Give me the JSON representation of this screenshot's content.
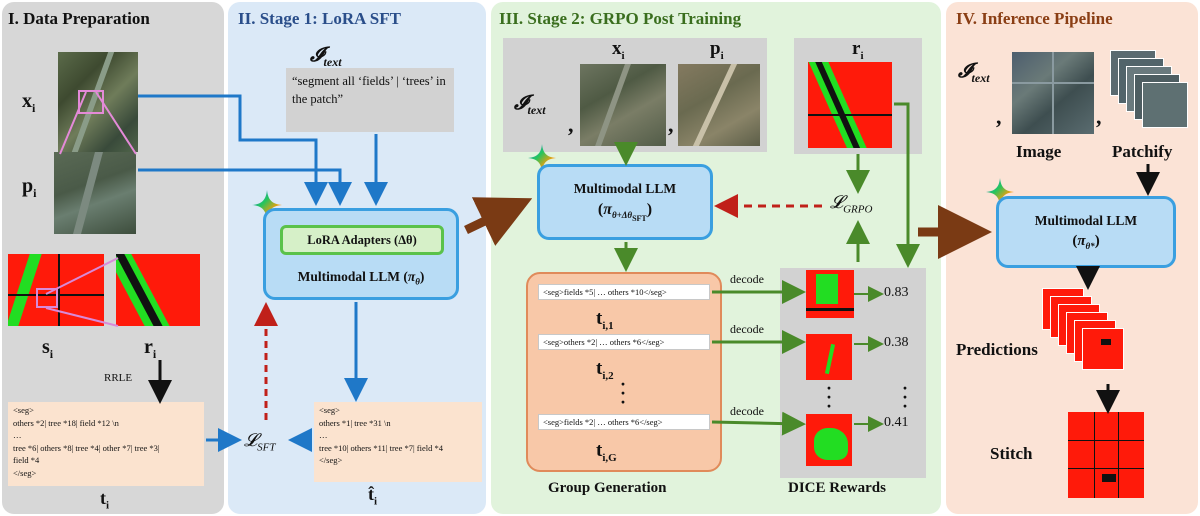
{
  "panels": {
    "data_prep": {
      "title": "I. Data Preparation",
      "bg": "#d7d7d7",
      "title_color": "#111111"
    },
    "stage1": {
      "title": "II. Stage 1: LoRA SFT",
      "bg": "#dbe9f7",
      "title_color": "#2a4e8a"
    },
    "stage2": {
      "title": "III. Stage 2: GRPO Post Training",
      "bg": "#e1f3dc",
      "title_color": "#3a6e1e"
    },
    "inference": {
      "title": "IV. Inference Pipeline",
      "bg": "#fbe3d6",
      "title_color": "#8a3e14"
    }
  },
  "data_prep": {
    "x_label": "x",
    "x_sub": "i",
    "p_label": "p",
    "p_sub": "i",
    "s_label": "s",
    "s_sub": "i",
    "r_label": "r",
    "r_sub": "i",
    "rrle_label": "RRLE",
    "rle_lines": [
      "<seg>",
      "others *2| tree *18| field *12 \\n",
      "…",
      "tree *6| others *8| tree *4| other *7| tree *3|",
      "field *4",
      "</seg>"
    ],
    "t_label": "t",
    "t_sub": "i"
  },
  "stage1": {
    "text_symbol": "𝓘",
    "text_sub": "text",
    "prompt": "“segment all ‘fields’ | ‘trees’ in the patch”",
    "lora_label": "LoRA Adapters (Δθ)",
    "llm_label": "Multimodal LLM (",
    "llm_pi": "π",
    "llm_sub": "θ",
    "llm_close": ")",
    "loss_symbol": "𝓛",
    "loss_sub": "SFT",
    "out_lines": [
      "<seg>",
      "others *1| tree *31 \\n",
      "…",
      "tree *10| others *11| tree *7| field *4",
      "</seg>"
    ],
    "that_label": "t̂",
    "that_sub": "i"
  },
  "stage2": {
    "x_label": "x",
    "x_sub": "i",
    "p_label": "p",
    "p_sub": "i",
    "text_symbol": "𝓘",
    "text_sub": "text",
    "r_label": "r",
    "r_sub": "i",
    "llm_label": "Multimodal LLM",
    "llm_pi": "π",
    "llm_sub": "θ+Δθ",
    "llm_sub2": "SFT",
    "loss_symbol": "𝓛",
    "loss_sub": "GRPO",
    "rows": [
      {
        "seq": "<seg>fields *5|   …   others *10</seg>",
        "t": "t",
        "sub": "i,1",
        "reward": "0.83"
      },
      {
        "seq": "<seg>others *2|   …   others *6</seg>",
        "t": "t",
        "sub": "i,2",
        "reward": "0.38"
      },
      {
        "seq": "<seg>fields *2|   …   others *6</seg>",
        "t": "t",
        "sub": "i,G",
        "reward": "0.41"
      }
    ],
    "decode_label": "decode",
    "group_label": "Group Generation",
    "dice_label": "DICE Rewards"
  },
  "inference": {
    "text_symbol": "𝓘",
    "text_sub": "text",
    "image_label": "Image",
    "patchify_label": "Patchify",
    "llm_label": "Multimodal LLM",
    "llm_pi": "π",
    "llm_sub": "θ*",
    "predictions_label": "Predictions",
    "stitch_label": "Stitch"
  },
  "colors": {
    "blue_arrow": "#1f78c8",
    "green_arrow": "#4a8a2a",
    "red_dashed": "#c0201a",
    "brown_arrow": "#7a3a14",
    "mask_red": "#ff1a0a",
    "mask_green": "#22dd22",
    "llm_fill": "#b8dcf5",
    "llm_border": "#3a9fe0",
    "lora_fill": "#d6f0c8",
    "lora_border": "#5ac24a",
    "group_fill": "#f8c8a8",
    "group_border": "#e08a5a",
    "rle_fill": "#fbe3cf"
  }
}
